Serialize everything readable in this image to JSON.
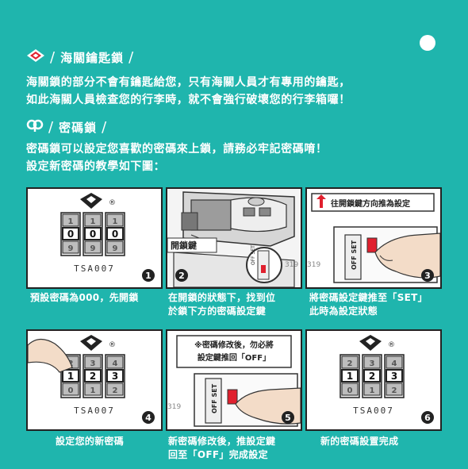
{
  "section1": {
    "title": "海關鑰匙鎖",
    "line1": "海關鎖的部分不會有鑰匙給您，只有海關人員才有專用的鑰匙，",
    "line2": "如此海關人員檢查您的行李時，就不會強行破壞您的行李箱囉！"
  },
  "section2": {
    "title": "密碼鎖",
    "line1": "密碼鎖可以設定您喜歡的密碼來上鎖，請務必牢記密碼唷！",
    "line2": "設定新密碼的教學如下圖："
  },
  "lock_label": "TSA007",
  "registered": "®",
  "steps": [
    {
      "num": "1",
      "cap1": "預設密碼為000，先開鎖",
      "cap2": "",
      "digits": [
        "1",
        "0",
        "9",
        "1",
        "0",
        "9",
        "1",
        "0",
        "9"
      ]
    },
    {
      "num": "2",
      "cap1": "在開鎖的狀態下，找到位",
      "cap2": "於鎖下方的密碼設定鍵",
      "button_label": "開鎖鍵",
      "slider_text": "OFF SET",
      "side_num": "319"
    },
    {
      "num": "3",
      "cap1": "將密碼設定鍵推至「SET」",
      "cap2": "此時為設定狀態",
      "note": "往開鎖鍵方向推為設定",
      "slider_text": "OFF SET",
      "side_num": "319"
    },
    {
      "num": "4",
      "cap1": "設定您的新密碼",
      "cap2": "",
      "digits": [
        "2",
        "1",
        "0",
        "3",
        "2",
        "1",
        "4",
        "3",
        "2"
      ]
    },
    {
      "num": "5",
      "cap1": "新密碼修改後，推設定鍵",
      "cap2": "回至「OFF」完成設定",
      "note1": "※密碼修改後，勿必將",
      "note2": "設定鍵推回「OFF」",
      "slider_text": "OFF SET",
      "side_num": "319"
    },
    {
      "num": "6",
      "cap1": "新的密碼設置完成",
      "cap2": "",
      "digits": [
        "2",
        "1",
        "0",
        "3",
        "2",
        "1",
        "4",
        "3",
        "2"
      ]
    }
  ],
  "colors": {
    "background": "#1fb5ad",
    "panel_border": "#222222",
    "accent_red": "#e0202e",
    "caption_highlight": "#ffe14d",
    "hand_skin": "#f3dcc8"
  },
  "icons": [
    "tsa-diamond-icon",
    "combo-lock-icon",
    "arrow-up-icon"
  ]
}
